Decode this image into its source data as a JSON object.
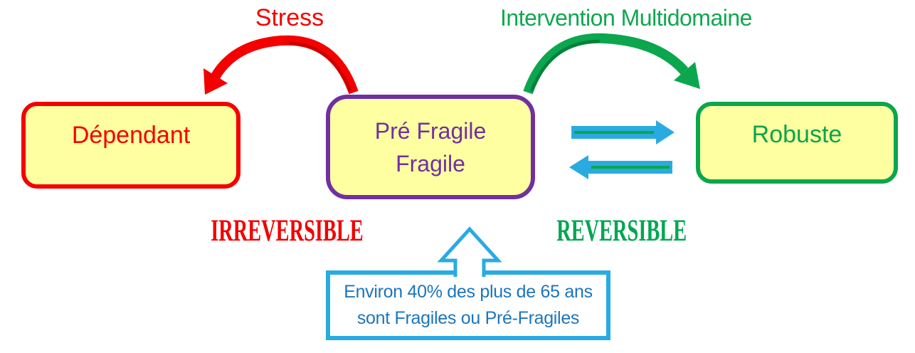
{
  "labels": {
    "stress": "Stress",
    "intervention": "Intervention Multidomaine",
    "irreversible": "IRREVERSIBLE",
    "reversible": "REVERSIBLE"
  },
  "boxes": {
    "dependant": {
      "label": "Dépendant"
    },
    "fragile": {
      "line1": "Pré Fragile",
      "line2": "Fragile"
    },
    "robuste": {
      "label": "Robuste"
    }
  },
  "callout": {
    "line1": "Environ 40% des plus de 65 ans",
    "line2": "sont Fragiles ou Pré-Fragiles"
  },
  "icons": {
    "stress_arrow": "curved-arrow-down-left",
    "intervention_arrow": "curved-arrow-down-right",
    "to_robuste_arrow": "horizontal-arrow-right",
    "to_fragile_arrow": "horizontal-arrow-left",
    "callout_arrow": "outlined-block-arrow-up"
  },
  "colors": {
    "red": "#f50000",
    "dark_red": "#c40000",
    "green": "#0ba64e",
    "dark_green": "#067c3b",
    "purple": "#7030a0",
    "box_fill": "#feffa0",
    "cyan": "#29abe2",
    "stripe_green": "#0ca64a",
    "callout_text": "#1c75bc"
  }
}
